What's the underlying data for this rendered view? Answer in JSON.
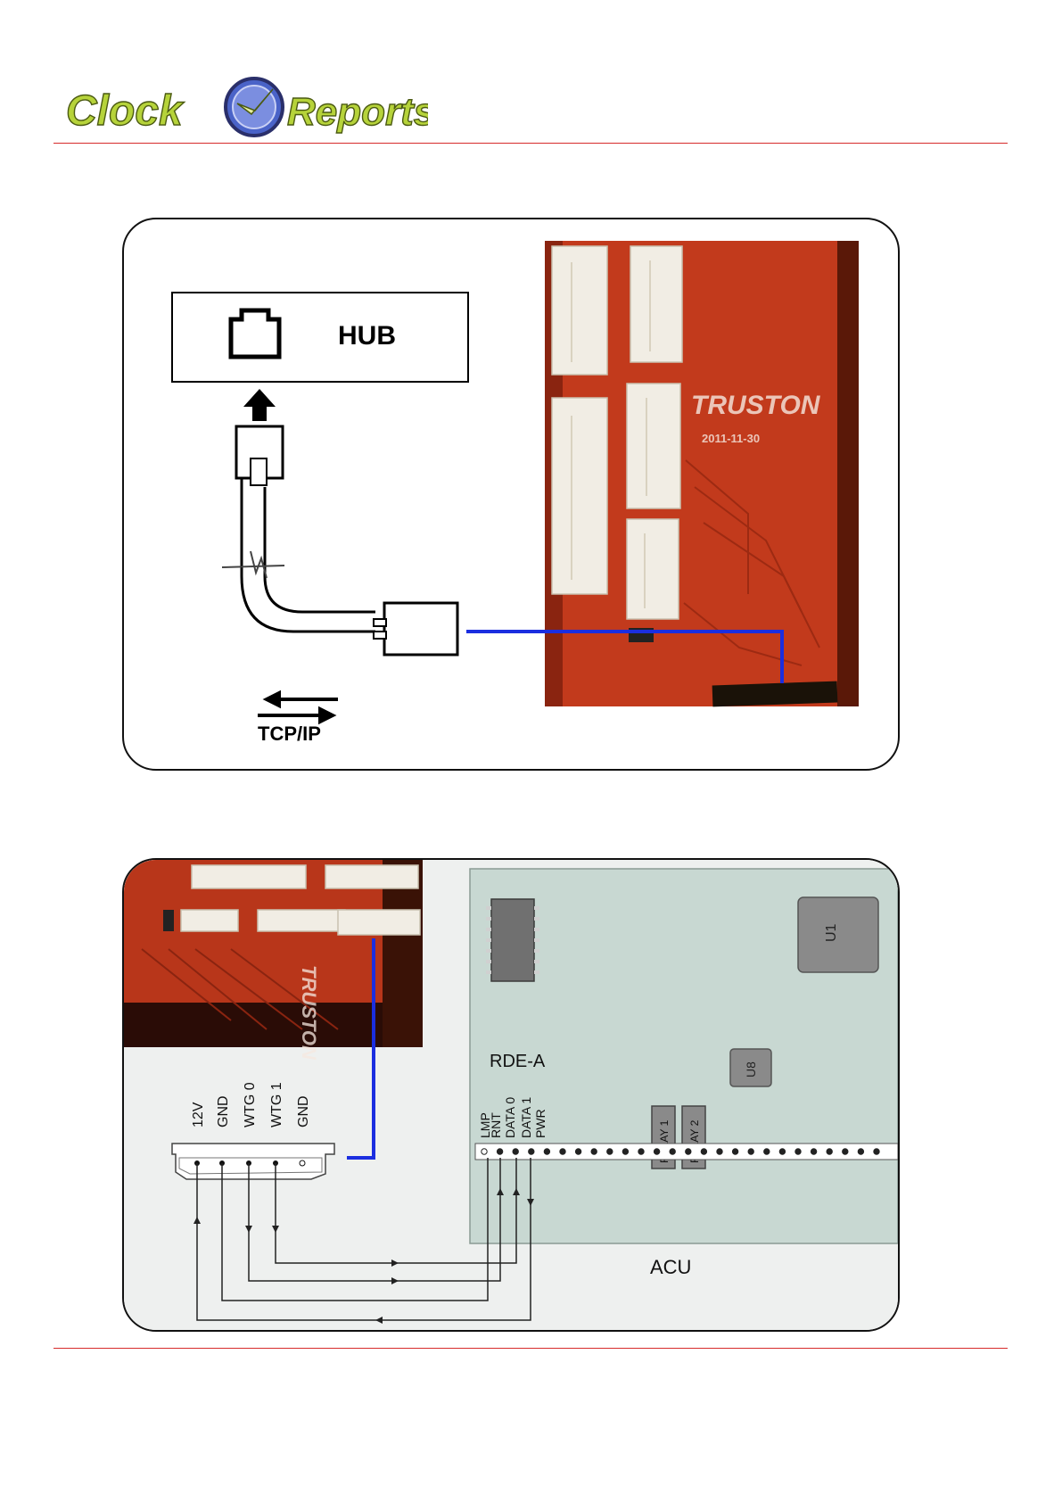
{
  "header": {
    "logo_word_left": "Clock",
    "logo_word_right": "Reports",
    "brand_green": "#b6d33a",
    "brand_blue": "#4a63c8",
    "rule_color": "#d62b2b"
  },
  "diagram_top": {
    "hub_label": "HUB",
    "protocol_label": "TCP/IP",
    "board_brand": "TRUSTON",
    "board_date": "2011-11-30",
    "connection_color": "#1b2ee0",
    "icons": [
      "rj45-port-icon",
      "up-arrow-icon",
      "rj45-plug-icon",
      "bidirectional-arrow-icon"
    ]
  },
  "diagram_bottom": {
    "connector_pins": [
      "12V",
      "GND",
      "WTG 0",
      "WTG 1",
      "GND"
    ],
    "acu_pins": [
      "LMP",
      "RNT",
      "DATA 0",
      "DATA 1",
      "PWR"
    ],
    "reader_label": "RDE-A",
    "acu_label": "ACU",
    "chip_u1": "U1",
    "chip_u8": "U8",
    "relay_1": "RELAY 1",
    "relay_2": "RELAY 2",
    "board_brand": "TRUSTON",
    "acu_board_color": "#c8d8d2",
    "connection_color": "#1b2ee0"
  }
}
